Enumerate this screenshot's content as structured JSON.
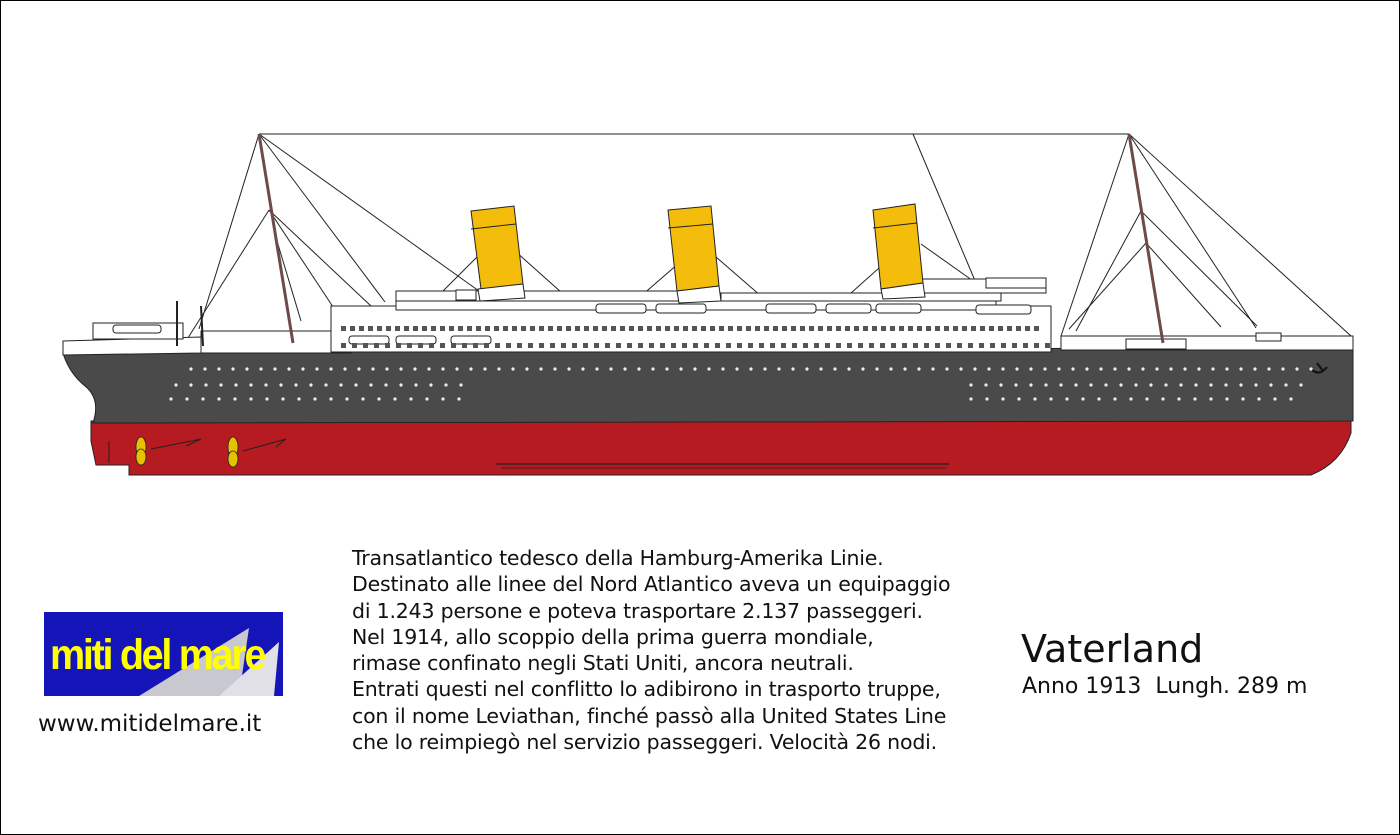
{
  "logo": {
    "text": "miti del mare"
  },
  "website": "www.mitidelmare.it",
  "ship": {
    "name": "Vaterland",
    "meta": "Anno 1913  Lungh. 289 m",
    "colors": {
      "hull": "#4a4a4a",
      "bottom": "#b51b21",
      "funnel": "#f4bd0c",
      "superstructure": "#ffffff",
      "propeller": "#e6c200"
    }
  },
  "description": [
    "Transatlantico tedesco della Hamburg-Amerika Linie.",
    "Destinato alle linee del Nord Atlantico aveva un equipaggio",
    "di 1.243 persone e poteva trasportare 2.137 passeggeri.",
    "Nel 1914, allo scoppio della prima guerra mondiale,",
    "rimase confinato negli Stati Uniti, ancora neutrali.",
    "Entrati questi nel conflitto lo adibirono in trasporto truppe,",
    "con il nome Leviathan, finché passò alla United States Line",
    "che lo reimpiegò nel servizio passeggeri. Velocità 26 nodi."
  ]
}
